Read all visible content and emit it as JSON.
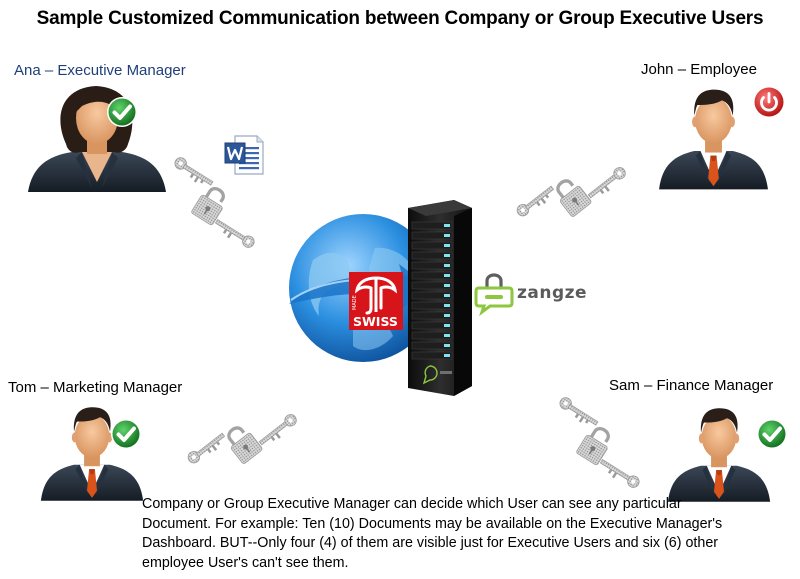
{
  "title": "Sample Customized Communication between Company or Group Executive Users",
  "users": {
    "ana": {
      "label": "Ana – Executive Manager",
      "status": "allowed"
    },
    "john": {
      "label": "John – Employee",
      "status": "blocked"
    },
    "tom": {
      "label": "Tom – Marketing Manager",
      "status": "allowed"
    },
    "sam": {
      "label": "Sam – Finance Manager",
      "status": "allowed"
    }
  },
  "server": {
    "brand": "zangze",
    "swiss_label": "SWISS",
    "swiss_vertical_label": "MADE"
  },
  "icons": [
    "word-document-icon",
    "globe-icon",
    "server-rack-icon",
    "zangze-logo-icon",
    "swiss-badge-icon",
    "key-icon",
    "padlock-icon",
    "check-icon",
    "power-icon"
  ],
  "colors": {
    "allowed": "#1f8a2a",
    "blocked": "#d42020",
    "globe": "#2b8fe0",
    "swiss_red": "#d8141b",
    "brand_green": "#8dc63f"
  },
  "description": "Company or Group Executive Manager can decide which User can see any particular Document. For example: Ten (10) Documents may be available on the Executive Manager's Dashboard. BUT--Only four (4) of them are visible just for Executive Users and six (6) other employee User's can't see them."
}
